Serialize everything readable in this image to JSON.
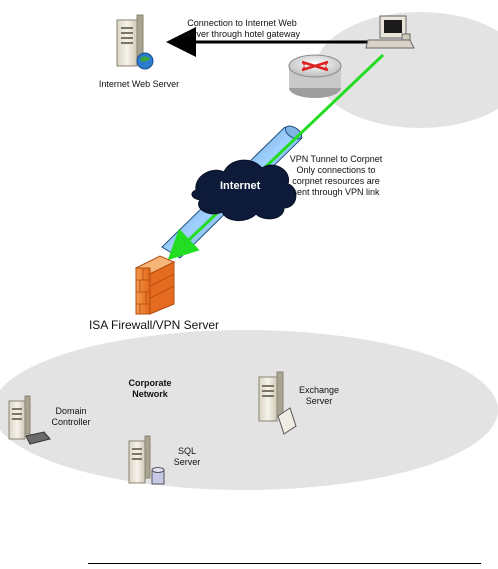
{
  "labels": {
    "web_connection": "Connection to Internet Web\nserver through hotel gateway",
    "web_server": "Internet Web Server",
    "vpn_tunnel": "VPN Tunnel to Corpnet\nOnly connections to\ncorpnet resources are\nsent through VPN link",
    "internet": "Internet",
    "firewall": "ISA Firewall/VPN Server",
    "corporate_network": "Corporate\nNetwork",
    "domain_controller": "Domain\nController",
    "sql_server": "SQL\nServer",
    "exchange_server": "Exchange\nServer"
  },
  "colors": {
    "vpn_link": "#22dd22",
    "tunnel": "#4a86b8",
    "cloud": "#0d1a3a",
    "firewall": "#f07820",
    "zone": "#e3e3e3",
    "server_body": "#f1ede2"
  },
  "icons": {
    "web_server": "server-globe-icon",
    "workstation": "workstation-icon",
    "router": "router-icon",
    "firewall": "brick-firewall-icon",
    "domain_controller": "server-keyboard-icon",
    "sql_server": "server-database-icon",
    "exchange_server": "server-mail-icon"
  }
}
